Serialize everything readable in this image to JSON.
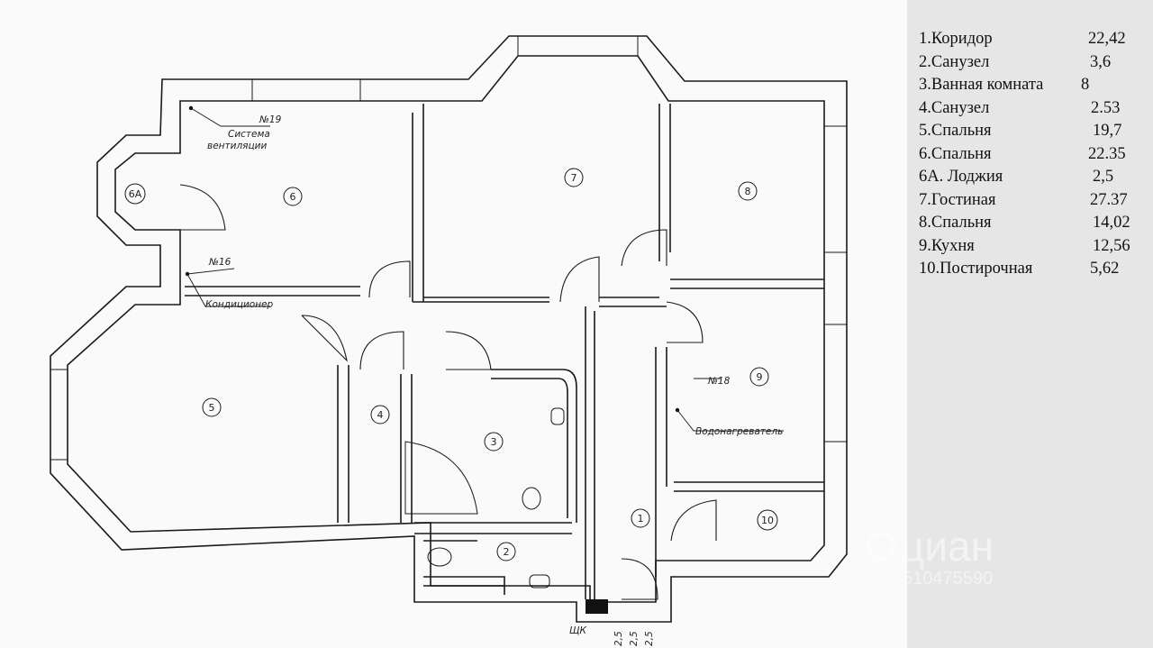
{
  "legend": [
    {
      "name": "1.Коридор",
      "area": "22,42"
    },
    {
      "name": "2.Санузел",
      "area": "3,6"
    },
    {
      "name": "3.Ванная комната",
      "area": "8"
    },
    {
      "name": "4.Санузел",
      "area": "2.53"
    },
    {
      "name": "5.Спальня",
      "area": "19,7"
    },
    {
      "name": "6.Спальня",
      "area": "22.35"
    },
    {
      "name": "6А. Лоджия",
      "area": "2,5"
    },
    {
      "name": "7.Гостиная",
      "area": "27.37"
    },
    {
      "name": "8.Спальня",
      "area": "14,02"
    },
    {
      "name": "9.Кухня",
      "area": "12,56"
    },
    {
      "name": "10.Постирочная",
      "area": "5,62"
    }
  ],
  "rooms": {
    "r1": "1",
    "r2": "2",
    "r3": "3",
    "r4": "4",
    "r5": "5",
    "r6": "6",
    "r6a": "6А",
    "r7": "7",
    "r8": "8",
    "r9": "9",
    "r10": "10"
  },
  "notes": {
    "ventilation_line1": "Система",
    "ventilation_line2": "вентиляции",
    "n19": "№19",
    "n16": "№16",
    "conditioner": "Кондиционер",
    "n18": "№18",
    "heater": "Водонагреватель",
    "panel": "ЩК",
    "dims": "2,5"
  },
  "watermark": {
    "brand": "циан",
    "id": "510475590"
  },
  "colors": {
    "wall": "#1a1a1a",
    "legend_bg": "#e6e6e6",
    "plan_bg": "#fafafa"
  }
}
